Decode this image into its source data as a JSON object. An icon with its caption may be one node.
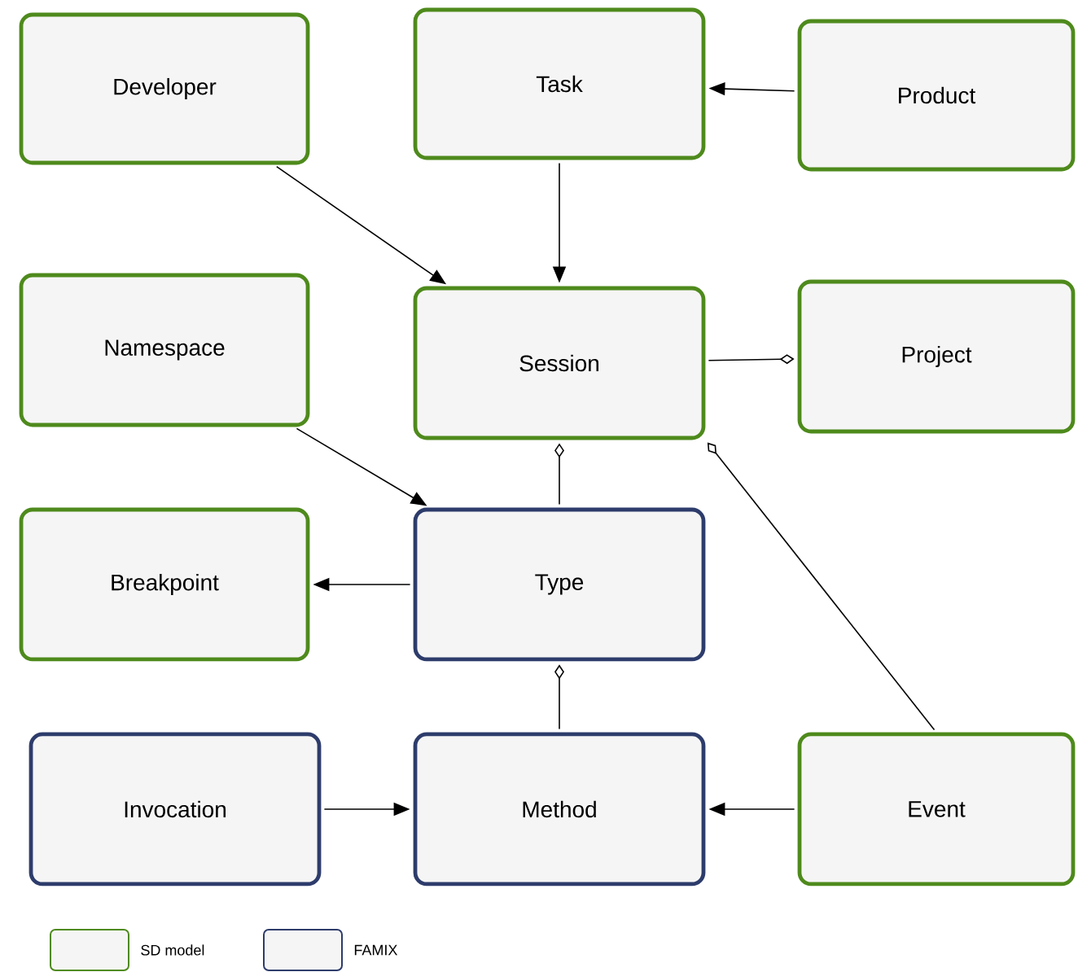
{
  "diagram": {
    "nodes": [
      {
        "text": [
          "Developer"
        ]
      },
      {
        "text": [
          "Task"
        ]
      },
      {
        "text": [
          "Product"
        ]
      },
      {
        "text": [
          "Namespace"
        ]
      },
      {
        "text": [
          "Session"
        ]
      },
      {
        "text": [
          "Project"
        ]
      },
      {
        "text": [
          "Breakpoint"
        ]
      },
      {
        "text": [
          "Type"
        ]
      },
      {
        "text": [
          "Invocation"
        ]
      },
      {
        "text": [
          "Method"
        ]
      },
      {
        "text": [
          "Event"
        ]
      }
    ],
    "edges": [
      {
        "from": 0,
        "to": 4,
        "arrow": "to"
      },
      {
        "from": 2,
        "to": 1,
        "arrow": "to"
      },
      {
        "from": 1,
        "to": 4,
        "arrow": "to"
      },
      {
        "from": 3,
        "to": 7,
        "arrow": "to"
      },
      {
        "from": 5,
        "to": 4,
        "arrow": "other"
      },
      {
        "from": 4,
        "to": 7,
        "arrow": "other"
      },
      {
        "from": 4,
        "to": 10,
        "arrow": "other"
      },
      {
        "from": 7,
        "to": 6,
        "arrow": "to"
      },
      {
        "from": 7,
        "to": 9,
        "arrow": "other"
      },
      {
        "from": 8,
        "to": 9,
        "arrow": "to"
      },
      {
        "from": 10,
        "to": 9,
        "arrow": "to"
      }
    ],
    "legend": [
      {
        "text": "SD model",
        "color": "#4e8a1c"
      },
      {
        "text": "FAMIX",
        "color": "#2d3c6b"
      }
    ]
  }
}
